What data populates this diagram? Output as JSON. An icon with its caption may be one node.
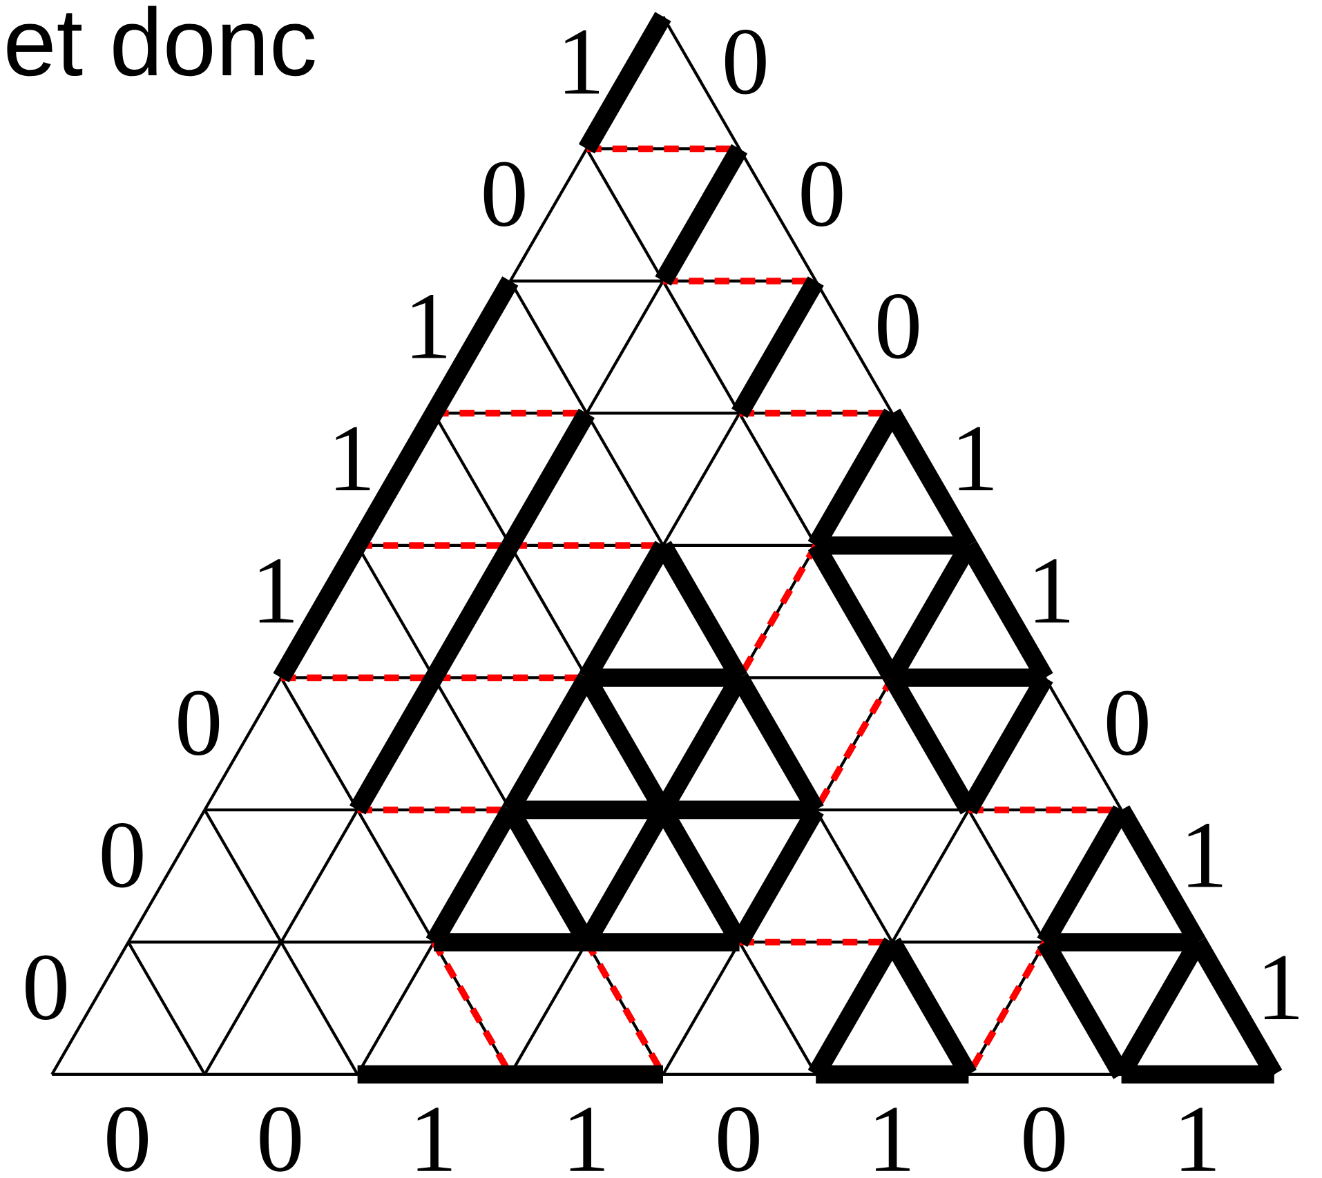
{
  "diagram": {
    "title": "et donc",
    "labels": [
      "1",
      "0",
      "1",
      "1",
      "1",
      "0",
      "0",
      "0",
      "0",
      "0",
      "0",
      "1",
      "1",
      "0",
      "1",
      "1",
      "0",
      "0",
      "1",
      "1",
      "0",
      "1",
      "0",
      "1"
    ]
  }
}
